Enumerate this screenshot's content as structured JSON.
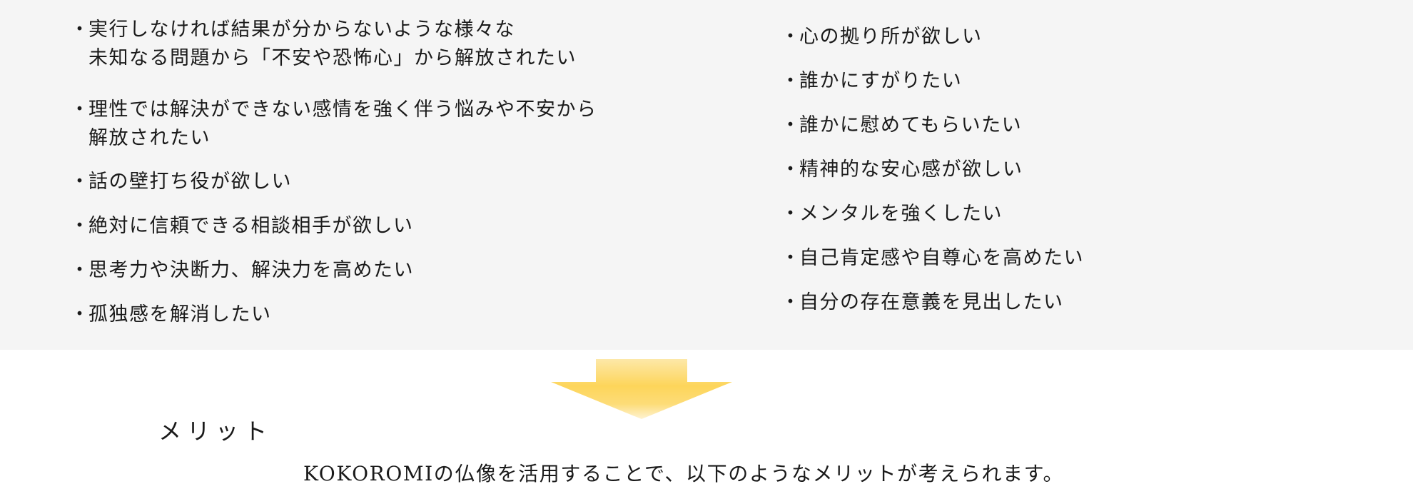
{
  "needs": {
    "left": [
      {
        "lines": [
          "実行しなければ結果が分からないような様々な",
          "未知なる問題から「不安や恐怖心」から解放されたい"
        ]
      },
      {
        "lines": [
          "理性では解決ができない感情を強く伴う悩みや不安から",
          "解放されたい"
        ]
      },
      {
        "lines": [
          "話の壁打ち役が欲しい"
        ]
      },
      {
        "lines": [
          "絶対に信頼できる相談相手が欲しい"
        ]
      },
      {
        "lines": [
          "思考力や決断力、解決力を高めたい"
        ]
      },
      {
        "lines": [
          "孤独感を解消したい"
        ]
      }
    ],
    "right": [
      {
        "lines": [
          "心の拠り所が欲しい"
        ]
      },
      {
        "lines": [
          "誰かにすがりたい"
        ]
      },
      {
        "lines": [
          "誰かに慰めてもらいたい"
        ]
      },
      {
        "lines": [
          "精神的な安心感が欲しい"
        ]
      },
      {
        "lines": [
          "メンタルを強くしたい"
        ]
      },
      {
        "lines": [
          "自己肯定感や自尊心を高めたい"
        ]
      },
      {
        "lines": [
          "自分の存在意義を見出したい"
        ]
      }
    ],
    "bullet": "・"
  },
  "arrow": {
    "icon": "down-arrow-icon",
    "color_top": "#fde8a8",
    "color_mid": "#fdd55a",
    "color_bottom": "#fef3d2"
  },
  "merit": {
    "title": "メリット",
    "description": "KOKOROMIの仏像を活用することで、以下のようなメリットが考えられます。"
  },
  "colors": {
    "panel_bg": "#f5f5f5",
    "text": "#1a1a1a"
  }
}
